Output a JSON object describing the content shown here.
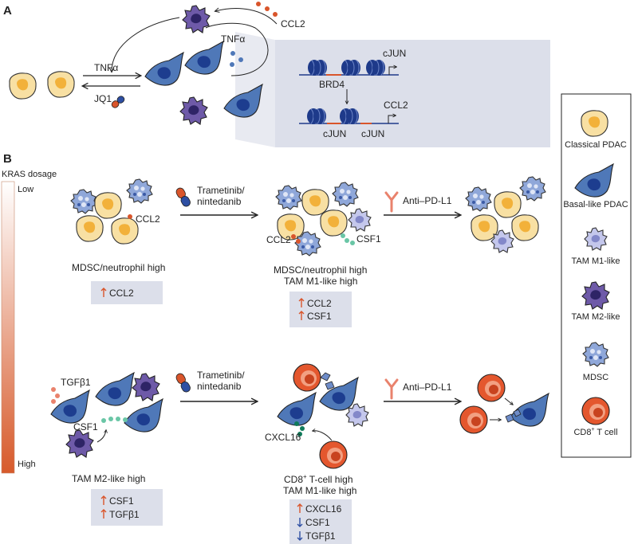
{
  "panels": {
    "a": "A",
    "b": "B"
  },
  "panel_a": {
    "ccl2": "CCL2",
    "tnfa_top": "TNFα",
    "tnfa_arrow": "TNFα",
    "jq1": "JQ1",
    "inset": {
      "brd4": "BRD4",
      "cjun_top": "cJUN",
      "ccl2": "CCL2",
      "cjun_left": "cJUN",
      "cjun_right": "cJUN"
    }
  },
  "kras": {
    "title": "KRAS dosage",
    "low": "Low",
    "high": "High"
  },
  "row1": {
    "col1": {
      "ccl2_label": "CCL2",
      "caption": "MDSC/neutrophil high",
      "box": [
        {
          "dir": "up",
          "text": "CCL2"
        }
      ]
    },
    "drug": {
      "line1": "Trametinib/",
      "line2": "nintedanib"
    },
    "col2": {
      "ccl2_label": "CCL2",
      "csf1_label": "CSF1",
      "caption_line1": "MDSC/neutrophil high",
      "caption_line2": "TAM M1-like high",
      "box": [
        {
          "dir": "up",
          "text": "CCL2"
        },
        {
          "dir": "up",
          "text": "CSF1"
        }
      ]
    },
    "antibody": "Anti–PD-L1"
  },
  "row2": {
    "col1": {
      "tgfb1_label": "TGFβ1",
      "csf1_label": "CSF1",
      "caption": "TAM M2-like high",
      "box": [
        {
          "dir": "up",
          "text": "CSF1"
        },
        {
          "dir": "up",
          "text": "TGFβ1"
        }
      ]
    },
    "drug": {
      "line1": "Trametinib/",
      "line2": "nintedanib"
    },
    "col2": {
      "cxcl16_label": "CXCL16",
      "caption_line1_pre": "CD8",
      "caption_line1_sup": "+",
      "caption_line1_post": " T-cell high",
      "caption_line2": "TAM M1-like high",
      "box": [
        {
          "dir": "up",
          "text": "CXCL16"
        },
        {
          "dir": "down",
          "text": "CSF1"
        },
        {
          "dir": "down",
          "text": "TGFβ1"
        }
      ]
    },
    "antibody": "Anti–PD-L1"
  },
  "legend": {
    "items": [
      {
        "label": "Classical PDAC"
      },
      {
        "label": "Basal-like PDAC"
      },
      {
        "label": "TAM M1-like"
      },
      {
        "label": "TAM M2-like"
      },
      {
        "label": "MDSC"
      },
      {
        "label_pre": "CD8",
        "label_sup": "+",
        "label_post": " T cell"
      }
    ]
  },
  "colors": {
    "arrow_up": "#d9552b",
    "arrow_down": "#2e4fa3",
    "info_box": "#dcdfea",
    "classical": "#f7d98a",
    "basal": "#4f78b8",
    "m1": "#b9bde6",
    "m2": "#6e5aa8",
    "mdsc": "#8fa7d9",
    "tcell": "#e0562f"
  }
}
